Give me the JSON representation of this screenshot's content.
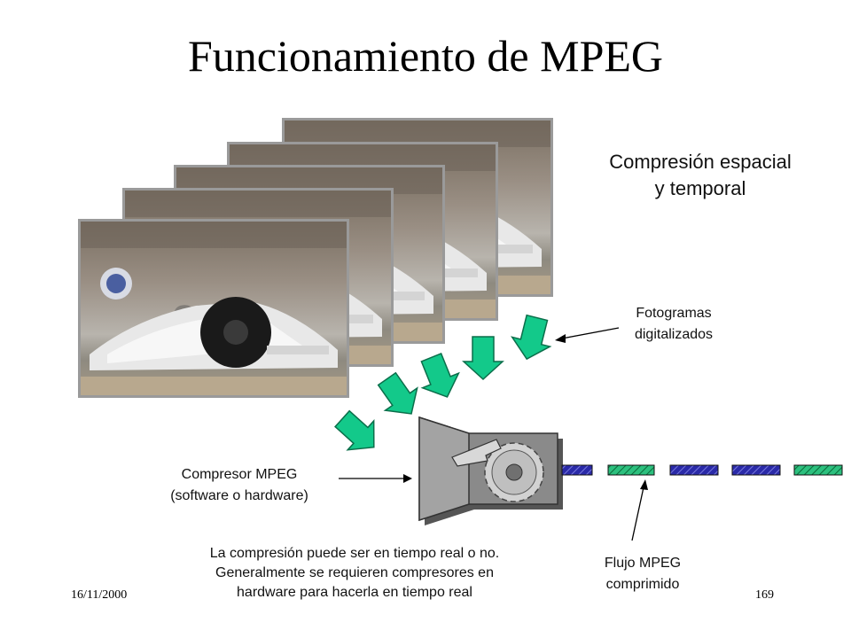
{
  "slide": {
    "title": "Funcionamiento de MPEG",
    "subtitle": [
      "Compresión espacial",
      "y temporal"
    ],
    "frames_label": [
      "Fotogramas",
      "digitalizados"
    ],
    "compressor_label": [
      "Compresor MPEG",
      "(software o hardware)"
    ],
    "stream_label": [
      "Flujo MPEG",
      "comprimido"
    ],
    "note": [
      "La compresión puede ser en tiempo real o no.",
      "Generalmente se requieren compresores en",
      "hardware para hacerla en tiempo real"
    ],
    "date": "16/11/2000",
    "page_number": "169"
  },
  "colors": {
    "arrow_green": "#13c98a",
    "stream_blue": "#2a2aa8",
    "stream_green": "#2cc07e",
    "compressor_gray": "#8a8a8a"
  },
  "icons": {
    "frames": "race-car-photo-frames",
    "compressor": "saw-blade-compressor-icon",
    "stream": "hatched-stream-blocks"
  }
}
